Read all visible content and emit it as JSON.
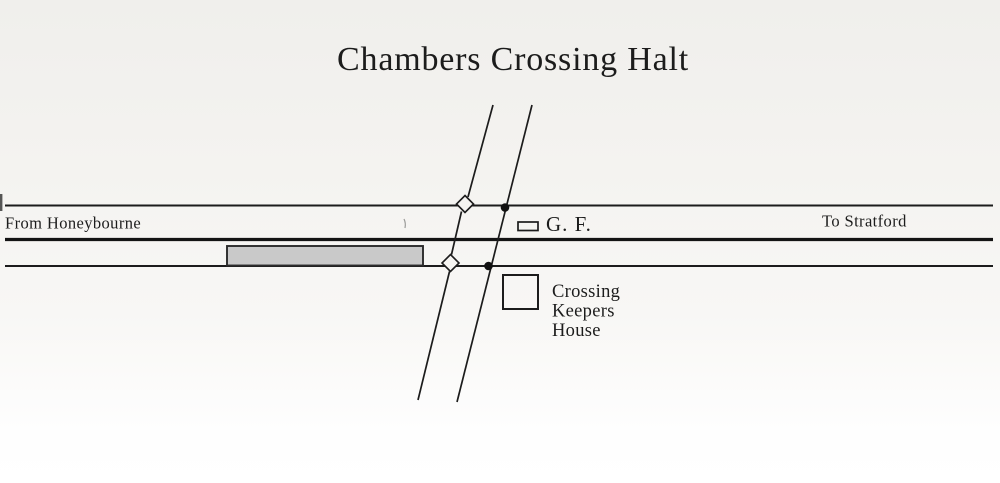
{
  "diagram": {
    "title": "Chambers Crossing Halt",
    "left_direction_label": "From Honeybourne",
    "right_direction_label": "To Stratford",
    "ground_frame_label": "G. F.",
    "keepers_house_label": {
      "line1": "Crossing",
      "line2": "Keepers",
      "line3": "House"
    }
  },
  "colors": {
    "ink": "#1c1c1c",
    "paper": "#f4f3f0",
    "platform_fill": "#c9c9c9"
  }
}
